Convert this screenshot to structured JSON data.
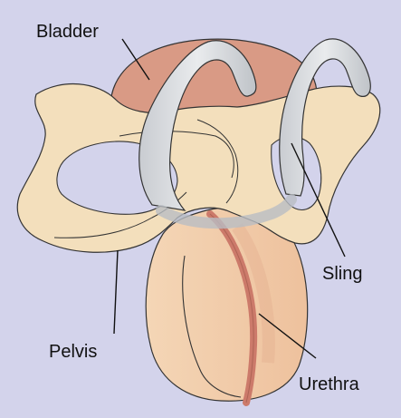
{
  "labels": {
    "bladder": "Bladder",
    "sling": "Sling",
    "pelvis": "Pelvis",
    "urethra": "Urethra"
  },
  "colors": {
    "background": "#d3d3eb",
    "bladder": "#d99a85",
    "pelvis": "#f3dfbc",
    "scrotum": "#f1cda9",
    "urethra": "#cc7a6a",
    "sling": "#d5d8dc",
    "outline": "#333333"
  }
}
